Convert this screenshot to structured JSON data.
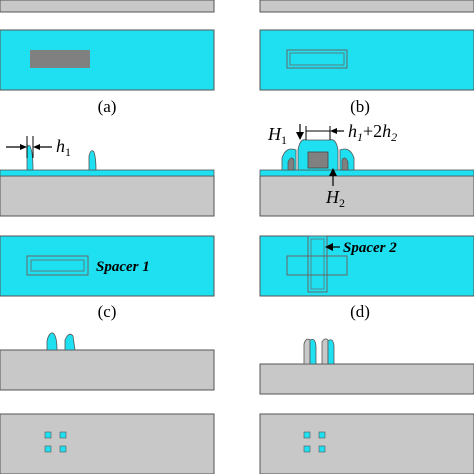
{
  "colors": {
    "cyan": "#1fe0f0",
    "substrate_gray": "#c8c8c8",
    "block_gray": "#808080",
    "outline": "#555555",
    "arrow": "#000000"
  },
  "panels": {
    "a": {
      "label": "(a)"
    },
    "b": {
      "label": "(b)"
    },
    "c": {
      "label": "(c)",
      "dim_label": "h",
      "dim_sub": "1",
      "spacer_label": "Spacer 1"
    },
    "d": {
      "label": "(d)",
      "H1_label": "H",
      "H1_sub": "1",
      "sum_label_a": "h",
      "sum_label_a_sub": "1",
      "sum_label_plus": "+2",
      "sum_label_b": "h",
      "sum_label_b_sub": "2",
      "H2_label": "H",
      "H2_sub": "2",
      "spacer_label": "Spacer 2"
    }
  }
}
